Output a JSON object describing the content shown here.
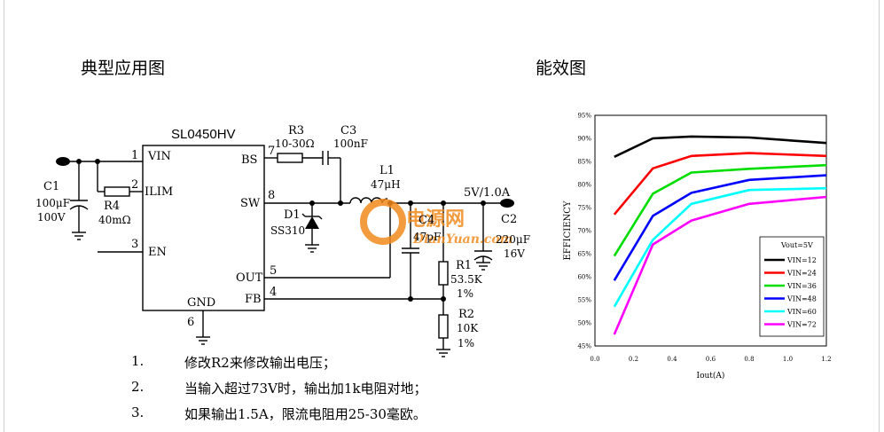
{
  "headings": {
    "circuit": "典型应用图",
    "efficiency": "能效图"
  },
  "ic": {
    "name": "SL0450HV",
    "pins_left": [
      {
        "num": "1",
        "label": "VIN"
      },
      {
        "num": "2",
        "label": "ILIM"
      },
      {
        "num": "3",
        "label": "EN"
      }
    ],
    "pins_right": [
      {
        "num": "7",
        "label": "BS"
      },
      {
        "num": "8",
        "label": "SW"
      },
      {
        "num": "5",
        "label": "OUT"
      },
      {
        "num": "4",
        "label": "FB"
      }
    ],
    "gnd": {
      "label": "GND",
      "num": "6"
    }
  },
  "components": {
    "c1": {
      "name": "C1",
      "value": "100μF",
      "voltage": "100V"
    },
    "r4": {
      "name": "R4",
      "value": "40mΩ"
    },
    "r3": {
      "name": "R3",
      "value": "10-30Ω"
    },
    "c3": {
      "name": "C3",
      "value": "100nF"
    },
    "l1": {
      "name": "L1",
      "value": "47μH"
    },
    "d1": {
      "name": "D1",
      "value": "SS310"
    },
    "c4": {
      "name": "C4",
      "value": "47pF"
    },
    "c2": {
      "name": "C2",
      "value": "220μF",
      "voltage": "16V"
    },
    "r1": {
      "name": "R1",
      "value": "53.5K",
      "tol": "1%"
    },
    "r2": {
      "name": "R2",
      "value": "10K",
      "tol": "1%"
    },
    "output": "5V/1.0A"
  },
  "watermark": {
    "cn": "电源网",
    "en": "DianYuan.com"
  },
  "notes": [
    {
      "num": "1.",
      "text": "修改R2来修改输出电压；"
    },
    {
      "num": "2.",
      "text": "当输入超过73V时，输出加1k电阻对地；"
    },
    {
      "num": "3.",
      "text": "如果输出1.5A，限流电阻用25-30毫欧。"
    }
  ],
  "chart_data": {
    "type": "line",
    "xlabel": "Iout(A)",
    "ylabel": "EFFICIENCY",
    "xlim": [
      0,
      1.2
    ],
    "ylim": [
      45,
      95
    ],
    "x_ticks": [
      "0.0",
      "0.2",
      "0.4",
      "0.6",
      "0.8",
      "1.0",
      "1.2"
    ],
    "y_ticks": [
      "45%",
      "50%",
      "55%",
      "60%",
      "65%",
      "70%",
      "75%",
      "80%",
      "85%",
      "90%",
      "95%"
    ],
    "grid": true,
    "legend_title": "Vout=5V",
    "legend_placement": "bottom-right",
    "series": [
      {
        "name": "VIN=12",
        "color": "#000000",
        "x": [
          0.1,
          0.3,
          0.5,
          0.8,
          1.2
        ],
        "y": [
          86,
          90,
          90.4,
          90.2,
          89
        ]
      },
      {
        "name": "VIN=24",
        "color": "#ff0000",
        "x": [
          0.1,
          0.3,
          0.5,
          0.8,
          1.2
        ],
        "y": [
          73.5,
          83.5,
          86.2,
          86.8,
          86.2
        ]
      },
      {
        "name": "VIN=36",
        "color": "#00dd00",
        "x": [
          0.1,
          0.3,
          0.5,
          0.8,
          1.2
        ],
        "y": [
          64.5,
          78,
          82.6,
          83.4,
          84.2
        ]
      },
      {
        "name": "VIN=48",
        "color": "#0000ff",
        "x": [
          0.1,
          0.3,
          0.5,
          0.8,
          1.2
        ],
        "y": [
          59.2,
          73.2,
          78.2,
          81,
          82
        ]
      },
      {
        "name": "VIN=60",
        "color": "#00ffff",
        "x": [
          0.1,
          0.3,
          0.5,
          0.8,
          1.2
        ],
        "y": [
          53.5,
          68,
          75.8,
          78.8,
          79.2
        ]
      },
      {
        "name": "VIN=72",
        "color": "#ff00ff",
        "x": [
          0.1,
          0.3,
          0.5,
          0.8,
          1.2
        ],
        "y": [
          47.5,
          67,
          72.2,
          75.8,
          77.3
        ]
      }
    ]
  }
}
